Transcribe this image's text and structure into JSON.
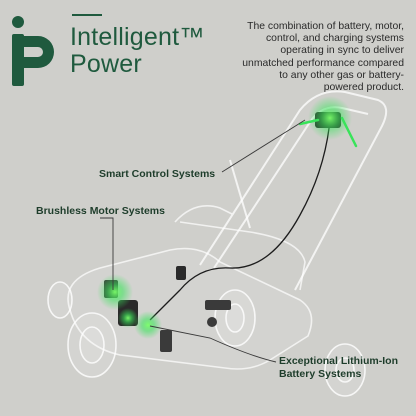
{
  "brand": {
    "name_line1": "Intelligent™",
    "name_line2": "Power",
    "logo_color": "#1f5a3e"
  },
  "tagline": "The combination of battery, motor, control, and charging systems operating in sync to deliver unmatched performance compared to any other gas or battery-powered product.",
  "callouts": {
    "smart_control": "Smart Control Systems",
    "brushless_motor": "Brushless Motor Systems",
    "battery_line1": "Exceptional Lithium-Ion",
    "battery_line2": "Battery Systems"
  },
  "colors": {
    "background": "#cfcfcb",
    "accent_green": "#39e35a",
    "text_dark": "#1e3d2b"
  }
}
